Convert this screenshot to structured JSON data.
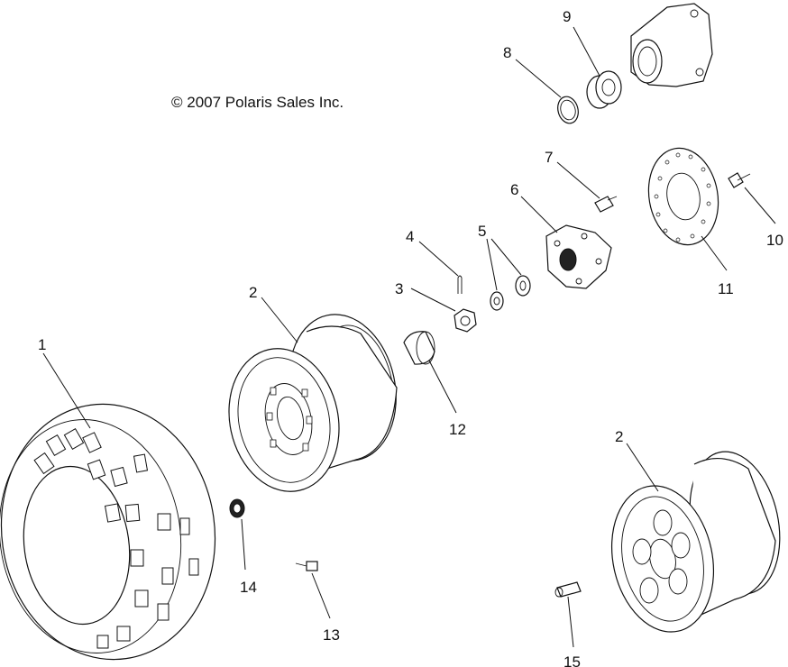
{
  "copyright": "© 2007 Polaris Sales Inc.",
  "callouts": {
    "c1": "1",
    "c2a": "2",
    "c2b": "2",
    "c3": "3",
    "c4": "4",
    "c5": "5",
    "c6": "6",
    "c7": "7",
    "c8": "8",
    "c9": "9",
    "c10": "10",
    "c11": "11",
    "c12": "12",
    "c13": "13",
    "c14": "14",
    "c15": "15"
  }
}
